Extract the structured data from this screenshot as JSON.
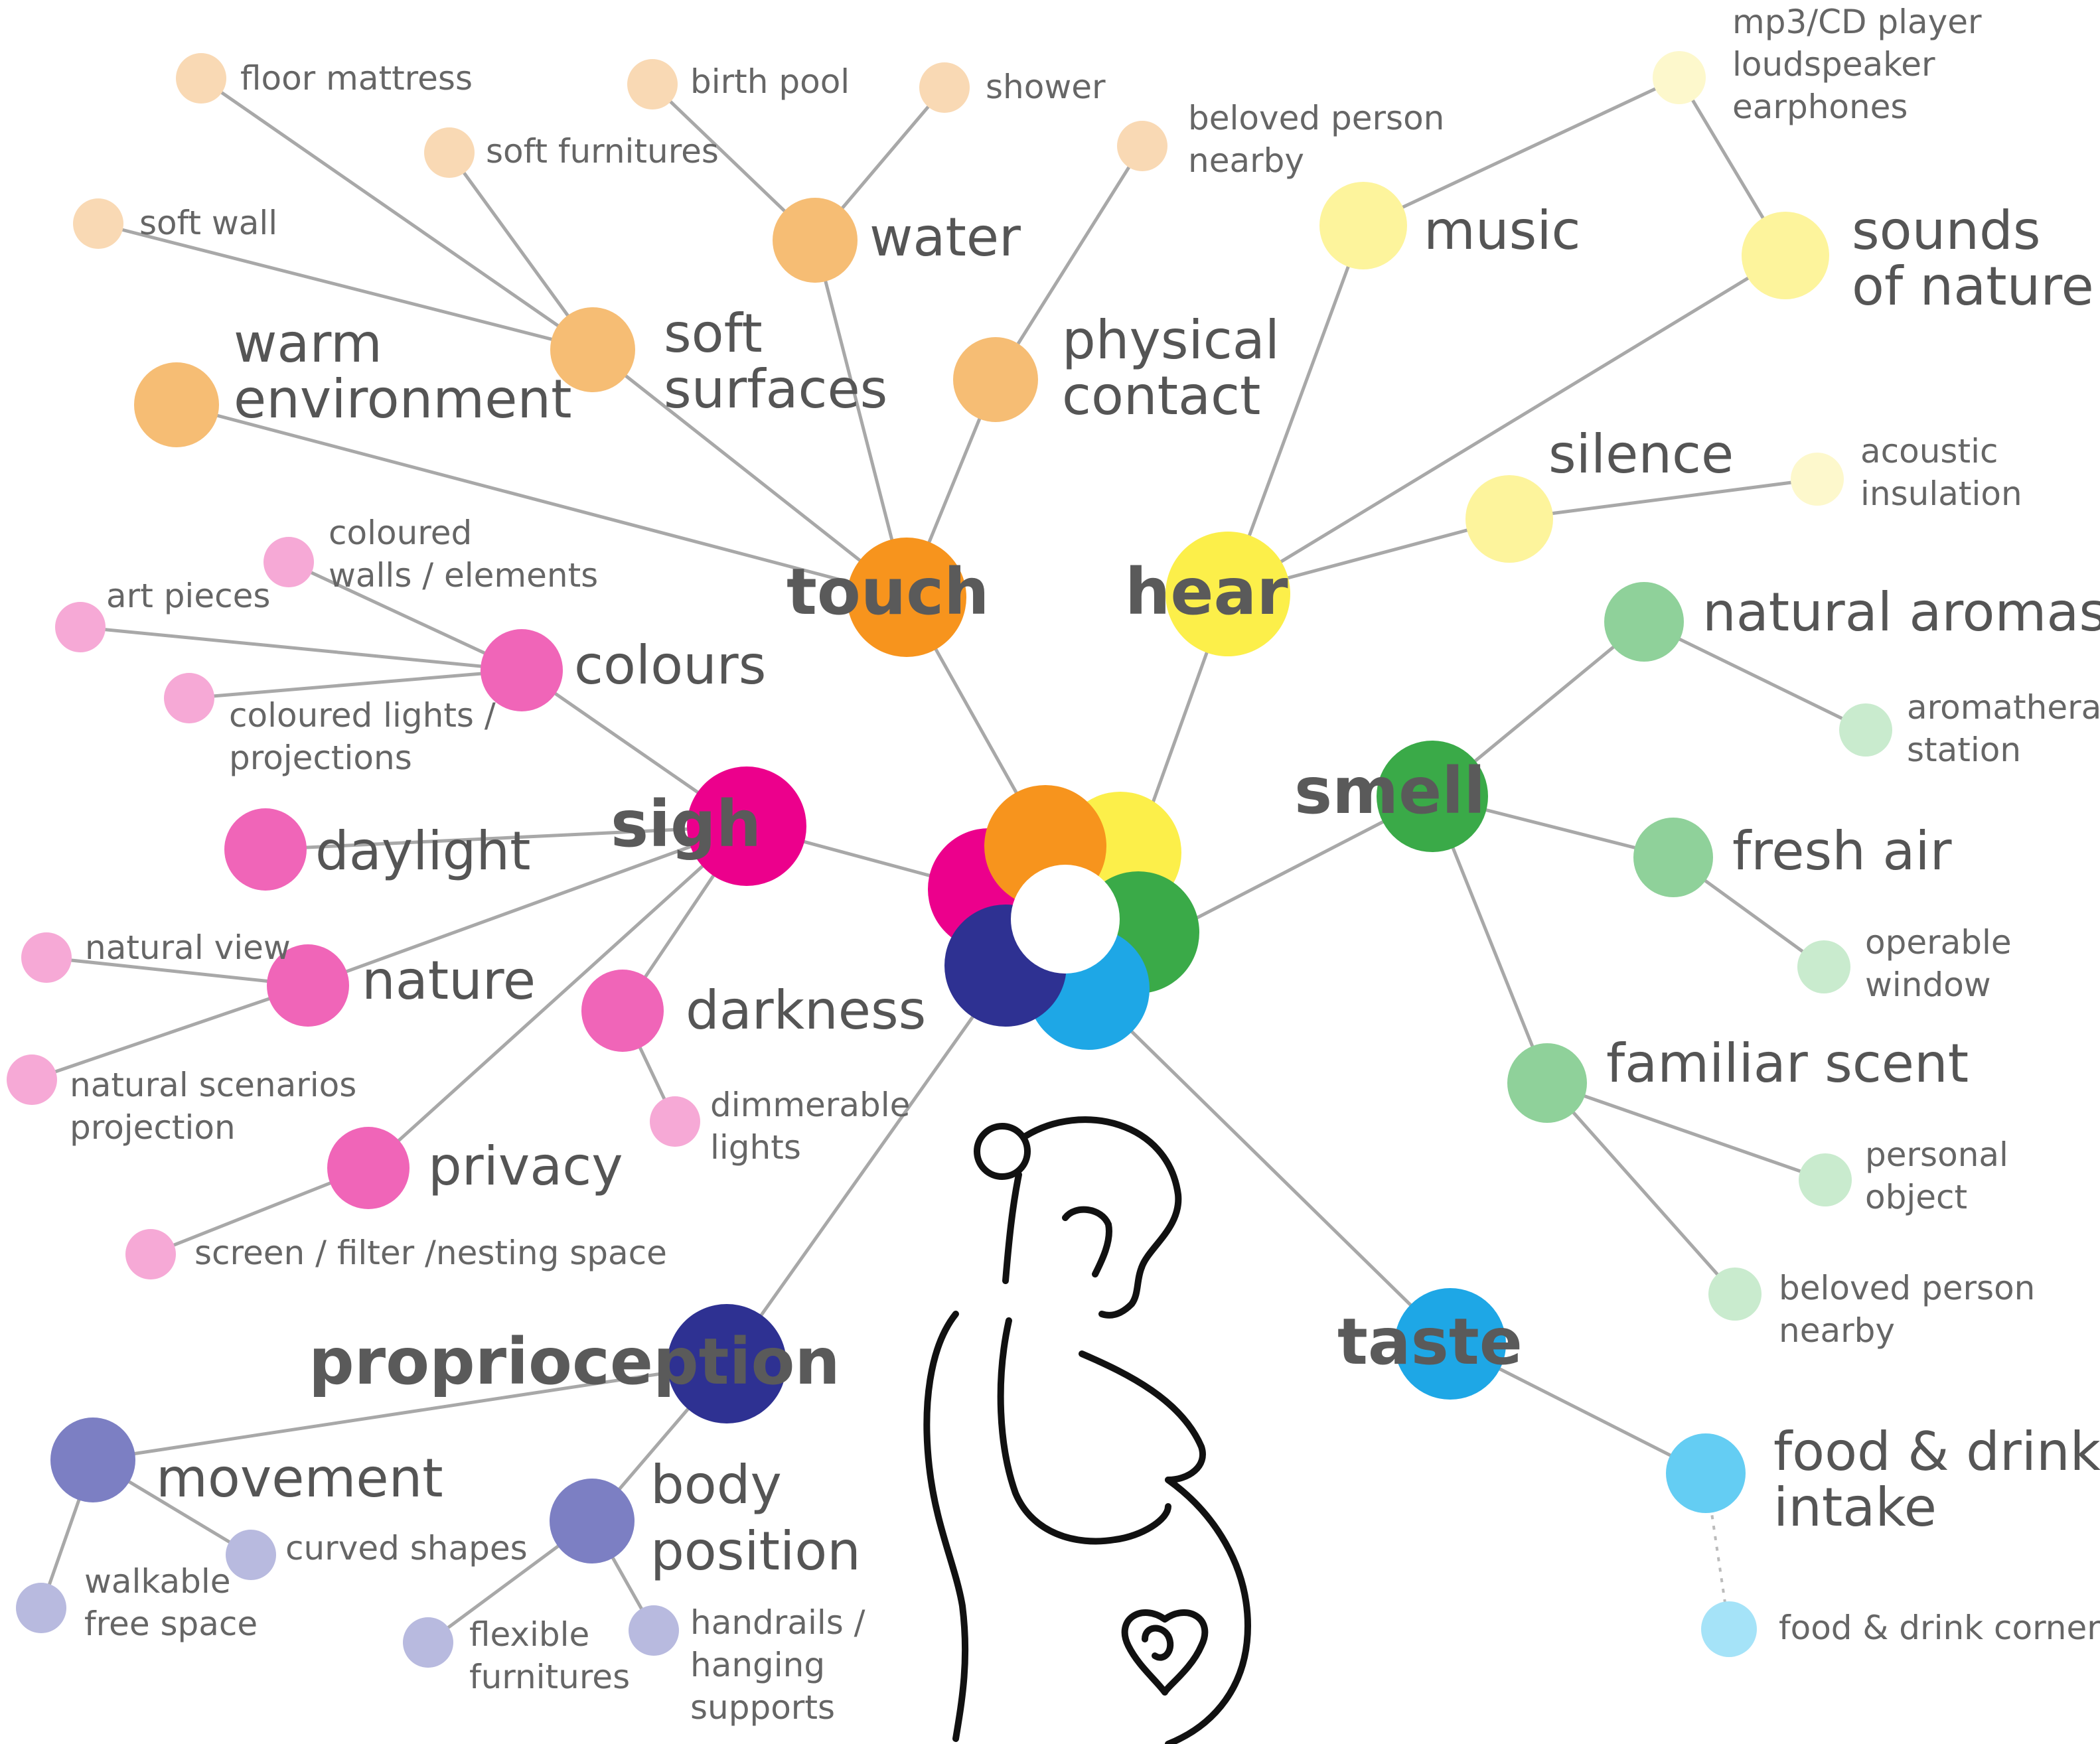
{
  "colors": {
    "touch": "#f7941d",
    "touch_mid": "#f6bd74",
    "touch_light": "#f9d9b4",
    "hear": "#fcef4a",
    "hear_mid": "#fdf49c",
    "hear_light": "#fdf8cc",
    "smell": "#3aaa48",
    "smell_mid": "#8fd19a",
    "smell_light": "#c9ebce",
    "taste": "#1ea7e6",
    "taste_mid": "#64cdf3",
    "taste_light": "#a5e3f8",
    "proprioception": "#2e3192",
    "proprioception_mid": "#7c7fc3",
    "proprioception_light": "#b8badf",
    "sight": "#ec008c",
    "sight_mid": "#f065b8",
    "sight_light": "#f6a9d6",
    "edge": "#a8a8a8"
  },
  "center_icon": "pregnant-woman-silhouette",
  "hubs": {
    "touch": "touch",
    "hear": "hear",
    "smell": "smell",
    "taste": "taste",
    "proprioception": "proprioception",
    "sight": "sigh"
  },
  "touch": {
    "warm_environment": [
      "warm",
      "environment"
    ],
    "soft_surfaces": [
      "soft",
      "surfaces"
    ],
    "water": "water",
    "physical_contact": [
      "physical",
      "contact"
    ],
    "floor_mattress": "floor mattress",
    "soft_furnitures": "soft furnitures",
    "soft_wall": "soft wall",
    "birth_pool": "birth pool",
    "shower": "shower",
    "beloved_person_nearby": [
      "beloved person",
      "nearby"
    ]
  },
  "hear": {
    "music": "music",
    "sounds_of_nature": [
      "sounds",
      "of nature"
    ],
    "silence": "silence",
    "players": [
      "mp3/CD player",
      "loudspeaker",
      "earphones"
    ],
    "acoustic_insulation": [
      "acoustic",
      "insulation"
    ]
  },
  "smell": {
    "natural_aromas": "natural aromas",
    "fresh_air": "fresh air",
    "familiar_scent": "familiar scent",
    "aromatherapy_station": [
      "aromatherapy",
      "station"
    ],
    "operable_window": [
      "operable",
      "window"
    ],
    "personal_object": [
      "personal",
      "object"
    ],
    "beloved_person_nearby": [
      "beloved person",
      "nearby"
    ]
  },
  "taste": {
    "food_drink_intake": [
      "food & drink",
      "intake"
    ],
    "food_drink_corner": "food & drink corner"
  },
  "sight": {
    "colours": "colours",
    "daylight": "daylight",
    "nature": "nature",
    "darkness": "darkness",
    "privacy": "privacy",
    "coloured_walls": [
      "coloured",
      "walls / elements"
    ],
    "art_pieces": "art pieces",
    "coloured_lights": [
      "coloured lights /",
      "projections"
    ],
    "natural_view": "natural view",
    "natural_scenarios": [
      "natural scenarios",
      "projection"
    ],
    "dimmerable_lights": [
      "dimmerable",
      "lights"
    ],
    "screen_filter": "screen / filter /nesting space"
  },
  "proprioception": {
    "movement": "movement",
    "body_position": [
      "body",
      "position"
    ],
    "curved_shapes": "curved shapes",
    "walkable_free_space": [
      "walkable",
      "free space"
    ],
    "flexible_furnitures": [
      "flexible",
      "furnitures"
    ],
    "handrails": [
      "handrails /",
      "hanging",
      "supports"
    ]
  }
}
